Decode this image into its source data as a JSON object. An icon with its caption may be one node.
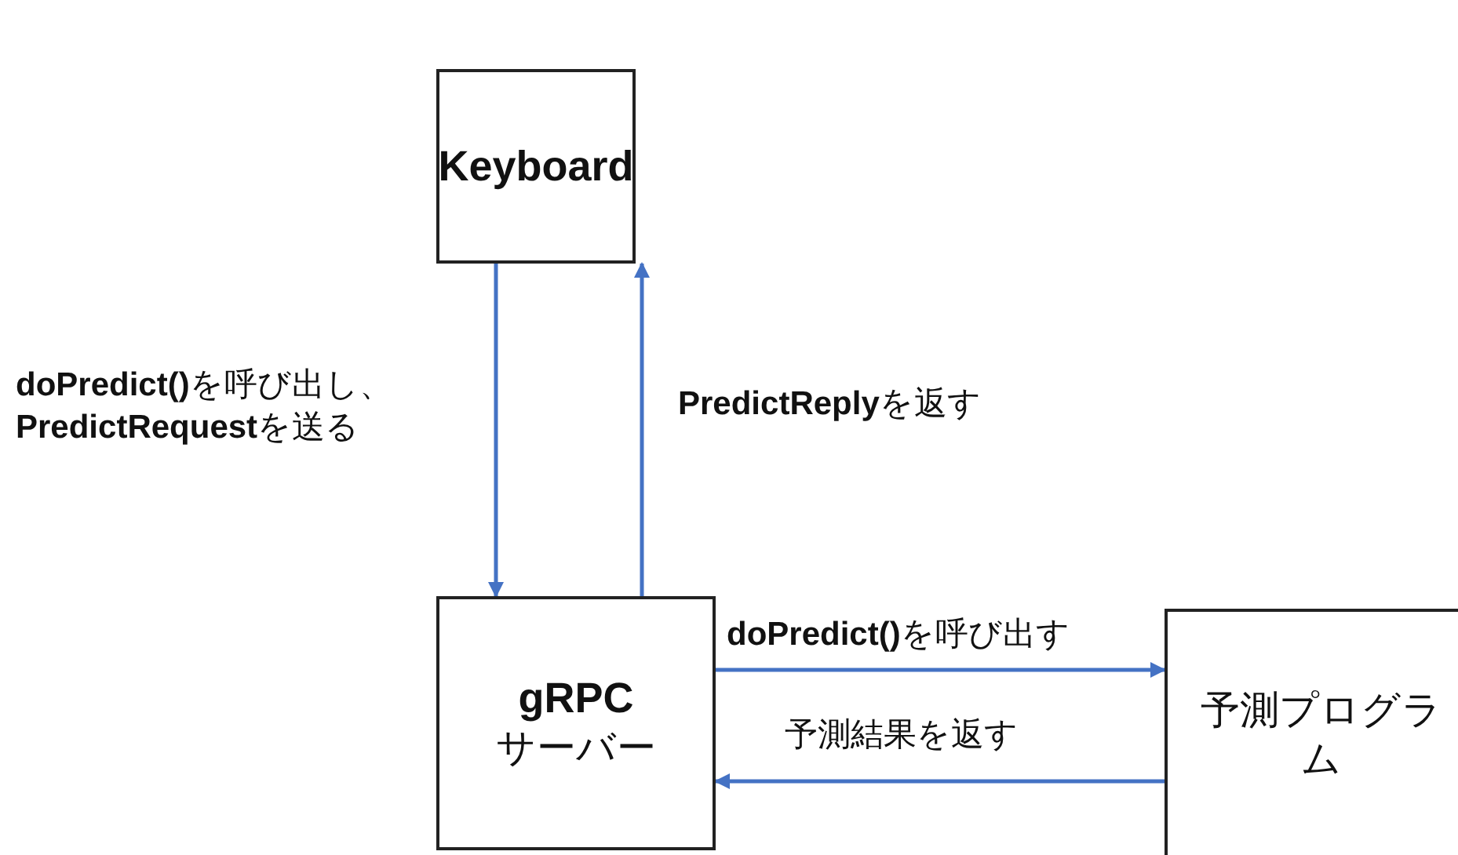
{
  "diagram": {
    "nodes": [
      {
        "text": [
          "Keyboard"
        ]
      },
      {
        "text": [
          "gRPC",
          "サーバー"
        ]
      },
      {
        "text": [
          "予測プログラム"
        ]
      }
    ],
    "edges": [
      {
        "from": 0,
        "to": 1,
        "arrow": "to",
        "label": "**doPredict()**を呼び出し、 **PredictRequest**を送る"
      },
      {
        "from": 1,
        "to": 0,
        "arrow": "to",
        "label": "**PredictReply**を返す"
      },
      {
        "from": 1,
        "to": 2,
        "arrow": "to",
        "label": "**doPredict()**を呼び出す"
      },
      {
        "from": 2,
        "to": 1,
        "arrow": "to",
        "label": "予測結果を返す"
      }
    ]
  }
}
